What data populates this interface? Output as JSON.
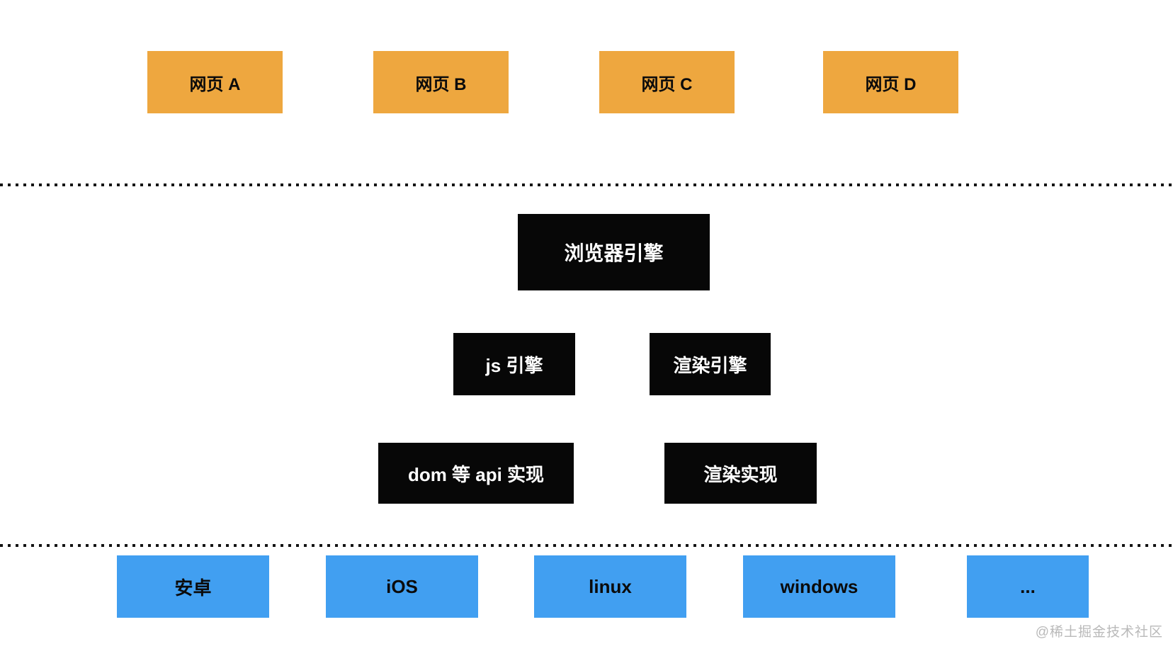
{
  "diagram": {
    "title_semantic": "browser-architecture-layers",
    "web_page_layer": {
      "items": [
        {
          "label": "网页 A"
        },
        {
          "label": "网页 B"
        },
        {
          "label": "网页 C"
        },
        {
          "label": "网页 D"
        }
      ]
    },
    "browser_layer": {
      "engine": {
        "label": "浏览器引擎"
      },
      "sub_engines": [
        {
          "label": "js 引擎"
        },
        {
          "label": "渲染引擎"
        }
      ],
      "implementations": [
        {
          "label": "dom 等 api 实现"
        },
        {
          "label": "渲染实现"
        }
      ]
    },
    "platform_layer": {
      "items": [
        {
          "label": "安卓"
        },
        {
          "label": "iOS"
        },
        {
          "label": "linux"
        },
        {
          "label": "windows"
        },
        {
          "label": "..."
        }
      ]
    },
    "watermark": "@稀土掘金技术社区",
    "colors": {
      "web_page_box": "#eea73f",
      "engine_box": "#070707",
      "engine_text": "#ffffff",
      "platform_box": "#419ff1",
      "dotted_divider": "#141414",
      "watermark_text": "#b9b9b9"
    }
  }
}
